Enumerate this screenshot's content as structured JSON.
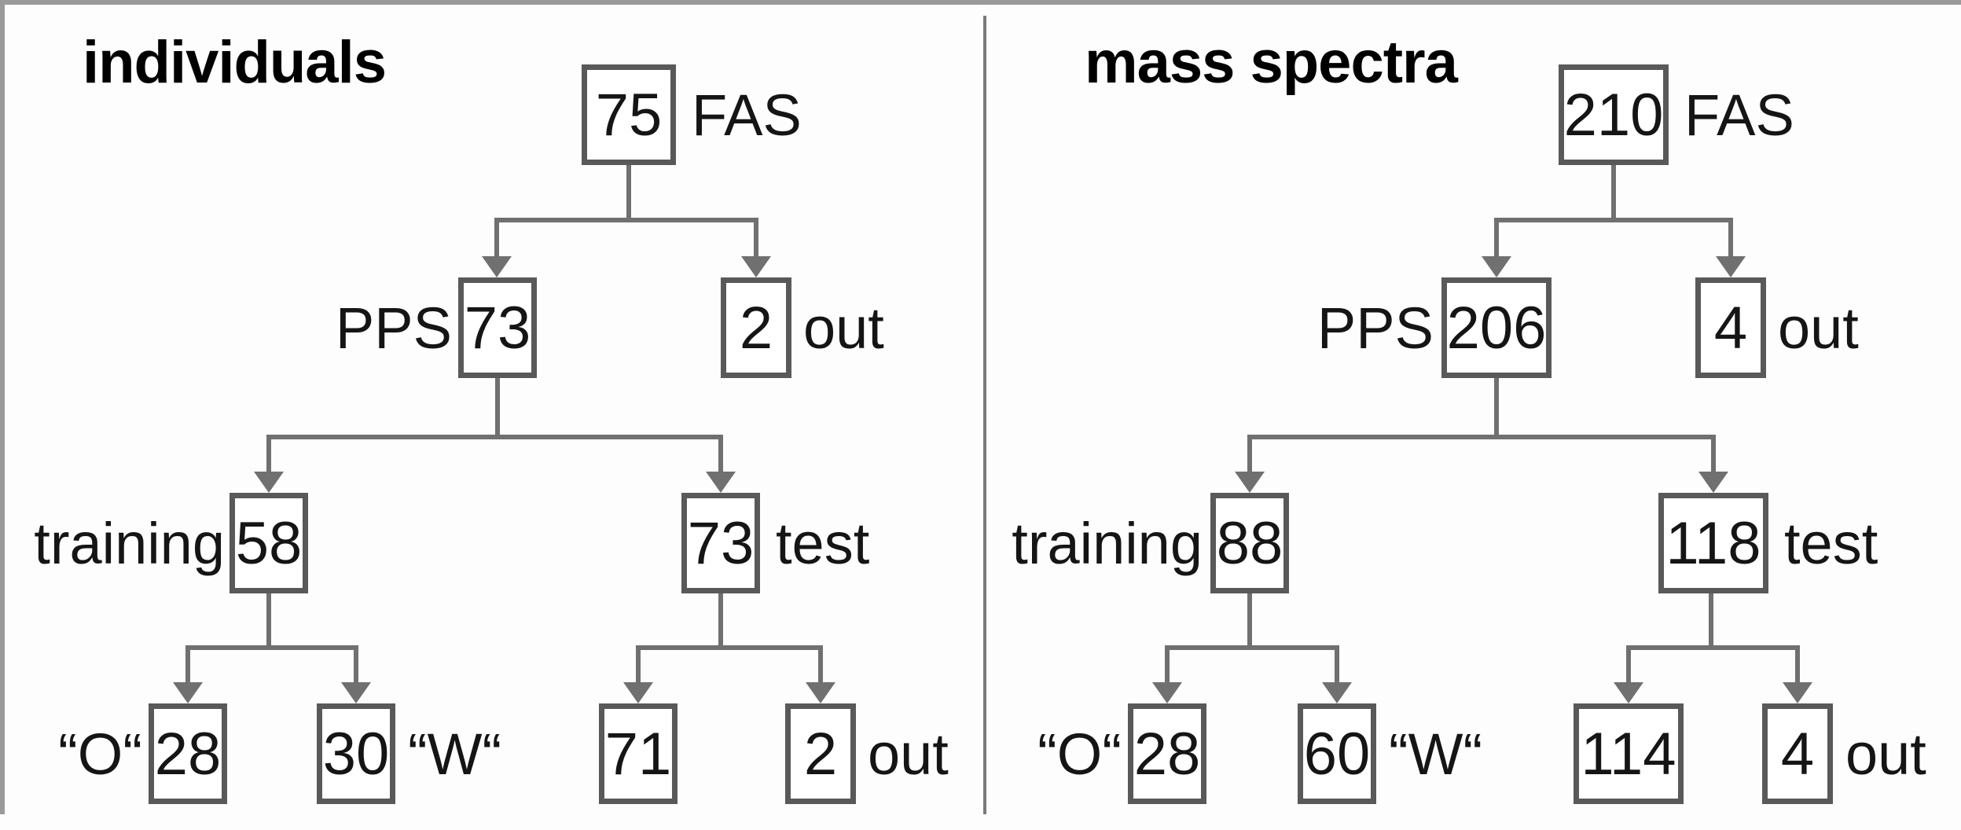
{
  "figure": {
    "type": "sample-partition-flow-diagram",
    "colors": {
      "box_border": "#595959",
      "connector_line": "#707070",
      "divider": "#7a7a7a",
      "text": "#151515",
      "background": "#ffffff"
    }
  },
  "panels": [
    {
      "title": "individuals",
      "nodes": {
        "fas": {
          "value": "75",
          "label": "FAS"
        },
        "pps": {
          "value": "73",
          "label": "PPS"
        },
        "out_top": {
          "value": "2",
          "label": "out"
        },
        "training": {
          "value": "58",
          "label": "training"
        },
        "test": {
          "value": "73",
          "label": "test"
        },
        "o": {
          "value": "28",
          "label": "“O“"
        },
        "w": {
          "value": "30",
          "label": "“W“"
        },
        "test_kept": {
          "value": "71",
          "label": ""
        },
        "out_bottom": {
          "value": "2",
          "label": "out"
        }
      }
    },
    {
      "title": "mass spectra",
      "nodes": {
        "fas": {
          "value": "210",
          "label": "FAS"
        },
        "pps": {
          "value": "206",
          "label": "PPS"
        },
        "out_top": {
          "value": "4",
          "label": "out"
        },
        "training": {
          "value": "88",
          "label": "training"
        },
        "test": {
          "value": "118",
          "label": "test"
        },
        "o": {
          "value": "28",
          "label": "“O“"
        },
        "w": {
          "value": "60",
          "label": "“W“"
        },
        "test_kept": {
          "value": "114",
          "label": ""
        },
        "out_bottom": {
          "value": "4",
          "label": "out"
        }
      }
    }
  ]
}
